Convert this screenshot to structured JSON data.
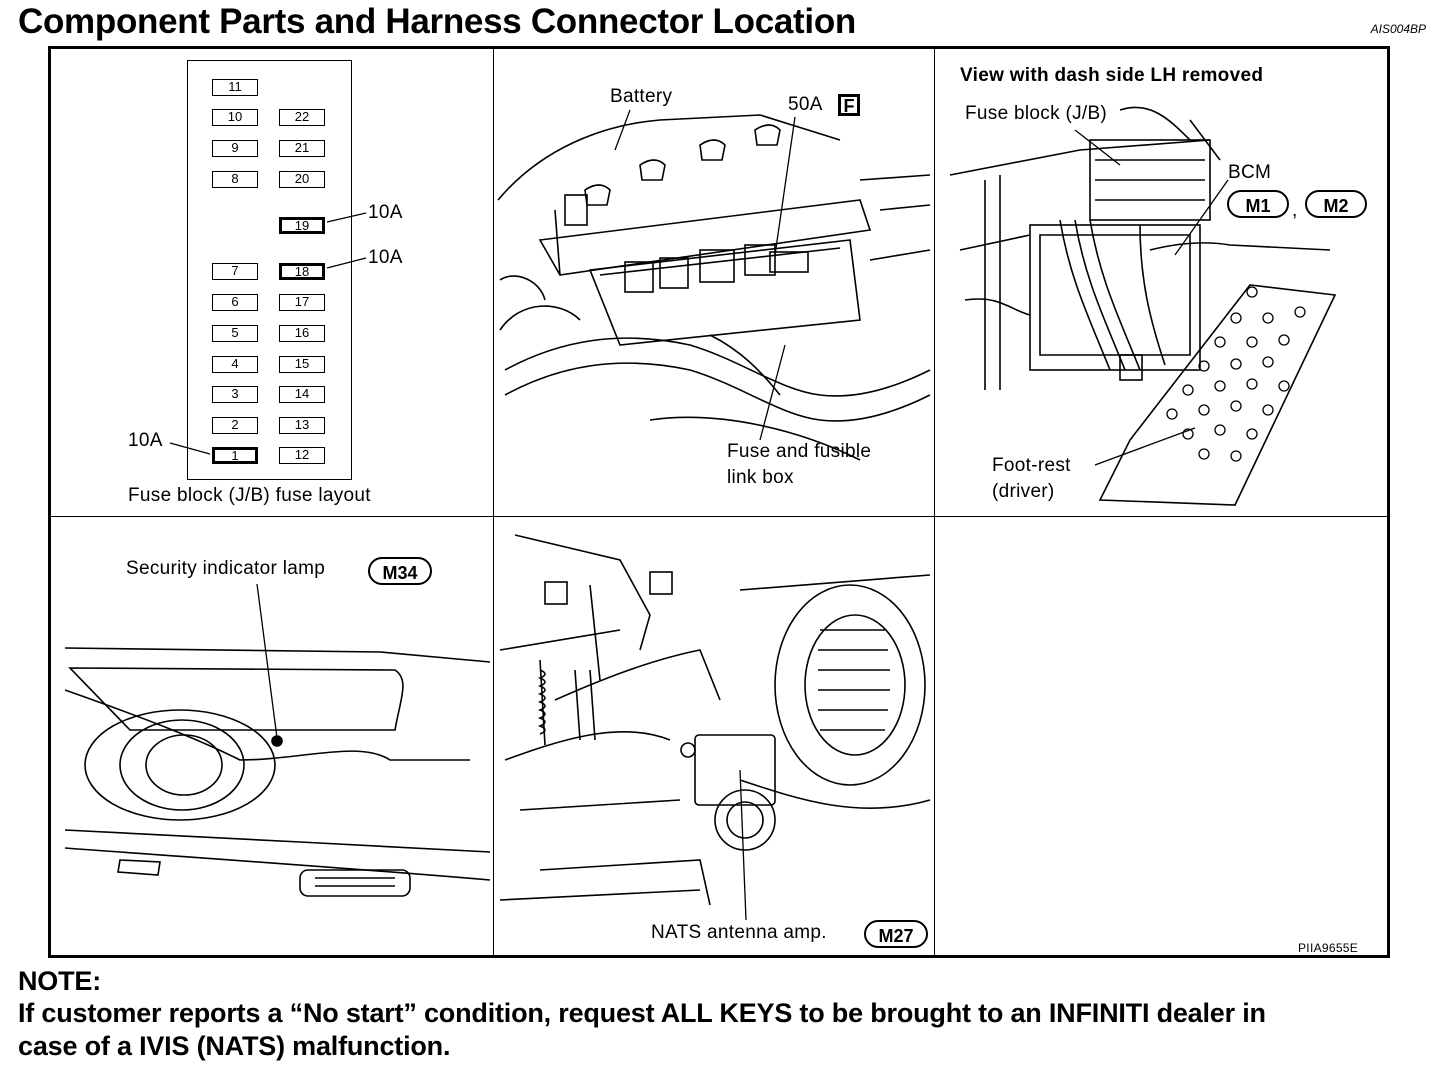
{
  "header": {
    "title": "Component Parts and Harness Connector Location",
    "code": "AIS004BP"
  },
  "fuse_layout": {
    "caption": "Fuse block (J/B) fuse layout",
    "left_column": [
      "11",
      "10",
      "9",
      "8",
      "7",
      "6",
      "5",
      "4",
      "3",
      "2",
      "1"
    ],
    "right_column": [
      "22",
      "21",
      "20",
      "19",
      "18",
      "17",
      "16",
      "15",
      "14",
      "13",
      "12"
    ],
    "ratings": {
      "fuse_19": "10A",
      "fuse_18": "10A",
      "fuse_1": "10A"
    }
  },
  "battery_panel": {
    "battery_label": "Battery",
    "fusible_link_label": "50A",
    "fusible_link_letter": "F",
    "box_label_line1": "Fuse and fusible",
    "box_label_line2": "link box"
  },
  "bcm_panel": {
    "heading": "View with dash side LH removed",
    "fuse_block_label": "Fuse block (J/B)",
    "bcm_label": "BCM",
    "connector_1": "M1",
    "separator": ",",
    "connector_2": "M2",
    "foot_rest_line1": "Foot-rest",
    "foot_rest_line2": "(driver)"
  },
  "lamp_panel": {
    "label": "Security indicator lamp",
    "connector": "M34"
  },
  "nats_panel": {
    "label": "NATS antenna amp.",
    "connector": "M27"
  },
  "figure_code": "PIIA9655E",
  "note": {
    "heading": "NOTE:",
    "line1": "If customer reports a “No start” condition, request ALL KEYS to be brought to an INFINITI dealer in",
    "line2": "case of a IVIS (NATS) malfunction."
  }
}
